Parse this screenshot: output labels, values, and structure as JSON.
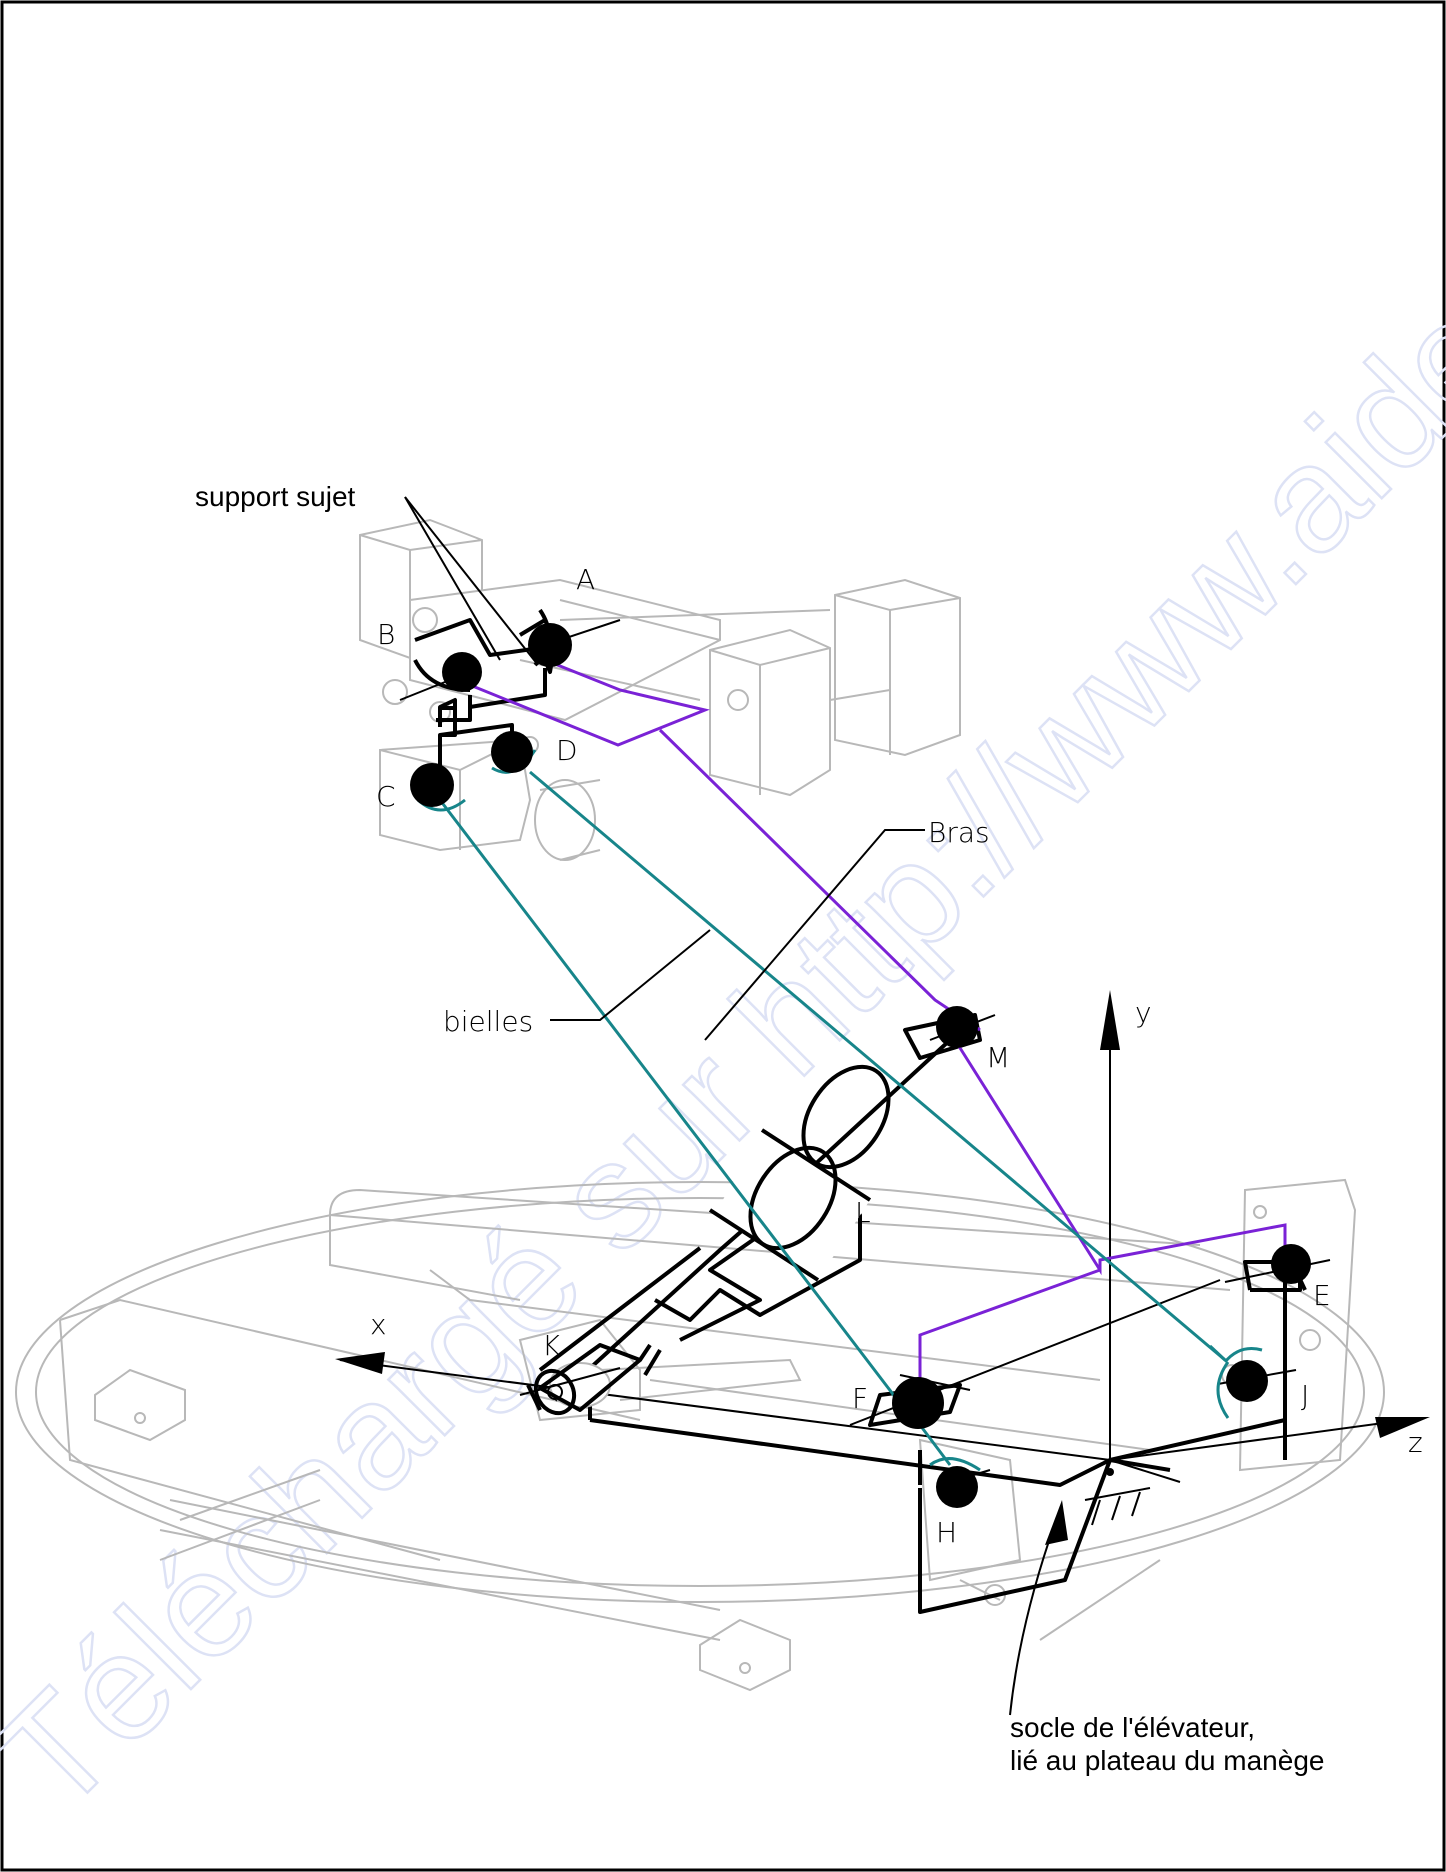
{
  "labels": {
    "support_sujet": "support sujet",
    "bras": "Bras",
    "bielles": "bielles",
    "socle_line1": "socle de l'élévateur,",
    "socle_line2": "lié au plateau du manège"
  },
  "points": {
    "A": "A",
    "B": "B",
    "C": "C",
    "D": "D",
    "E": "E",
    "F": "F",
    "H": "H",
    "J": "J",
    "K": "K",
    "L": "L",
    "M": "M"
  },
  "axes": {
    "x": "x",
    "y": "y",
    "z": "z"
  },
  "watermark": "Téléchargé sur http://www.aidexam.com",
  "colors": {
    "bras": "#7a22d6",
    "bielles": "#17858a",
    "mechanism": "#000000",
    "background_drawing": "#b8b8b8",
    "frame": "#000000"
  }
}
